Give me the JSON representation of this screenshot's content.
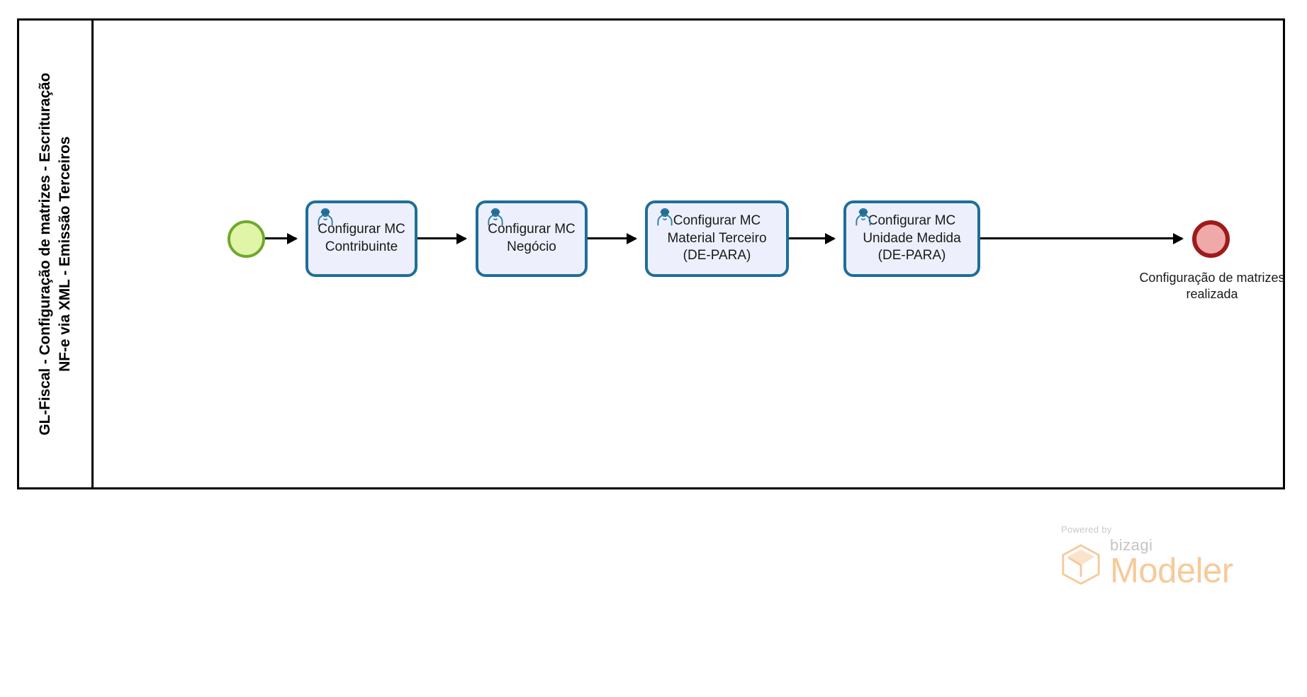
{
  "pool": {
    "name": "GL-Fiscal - Configuração de matrizes - Escrituração NF-e via XML - Emissão Terceiros",
    "title_lines": [
      "GL-Fiscal - Configuração de matrizes - Escrituração",
      "NF-e via XML - Emissão Terceiros"
    ]
  },
  "diagram": {
    "type": "bpmn-process",
    "start_event": {
      "name": "start-event",
      "label": "",
      "fill": "#E1F5A9",
      "stroke": "#6FA82B"
    },
    "tasks": [
      {
        "id": "task-1",
        "label": "Configurar MC Contribuinte",
        "icon": "user-task-icon",
        "type": "user-task",
        "fill": "#EDF0FC",
        "stroke": "#1F6E99"
      },
      {
        "id": "task-2",
        "label": "Configurar MC Negócio",
        "icon": "user-task-icon",
        "type": "user-task",
        "fill": "#EDF0FC",
        "stroke": "#1F6E99"
      },
      {
        "id": "task-3",
        "label": "Configurar MC Material Terceiro (DE-PARA)",
        "icon": "user-task-icon",
        "type": "user-task",
        "fill": "#EDF0FC",
        "stroke": "#1F6E99"
      },
      {
        "id": "task-4",
        "label": "Configurar MC Unidade Medida (DE-PARA)",
        "icon": "user-task-icon",
        "type": "user-task",
        "fill": "#EDF0FC",
        "stroke": "#1F6E99"
      }
    ],
    "end_event": {
      "name": "end-event",
      "label": "Configuração de matrizes realizada",
      "fill": "#F0A9A9",
      "stroke": "#9E1B1B"
    },
    "flows": [
      {
        "id": "flow-1",
        "from": "start-event",
        "to": "task-1"
      },
      {
        "id": "flow-2",
        "from": "task-1",
        "to": "task-2"
      },
      {
        "id": "flow-3",
        "from": "task-2",
        "to": "task-3"
      },
      {
        "id": "flow-4",
        "from": "task-3",
        "to": "task-4"
      },
      {
        "id": "flow-5",
        "from": "task-4",
        "to": "end-event"
      }
    ]
  },
  "watermark": {
    "powered_by": "Powered by",
    "brand": "bizagi",
    "product": "Modeler"
  }
}
